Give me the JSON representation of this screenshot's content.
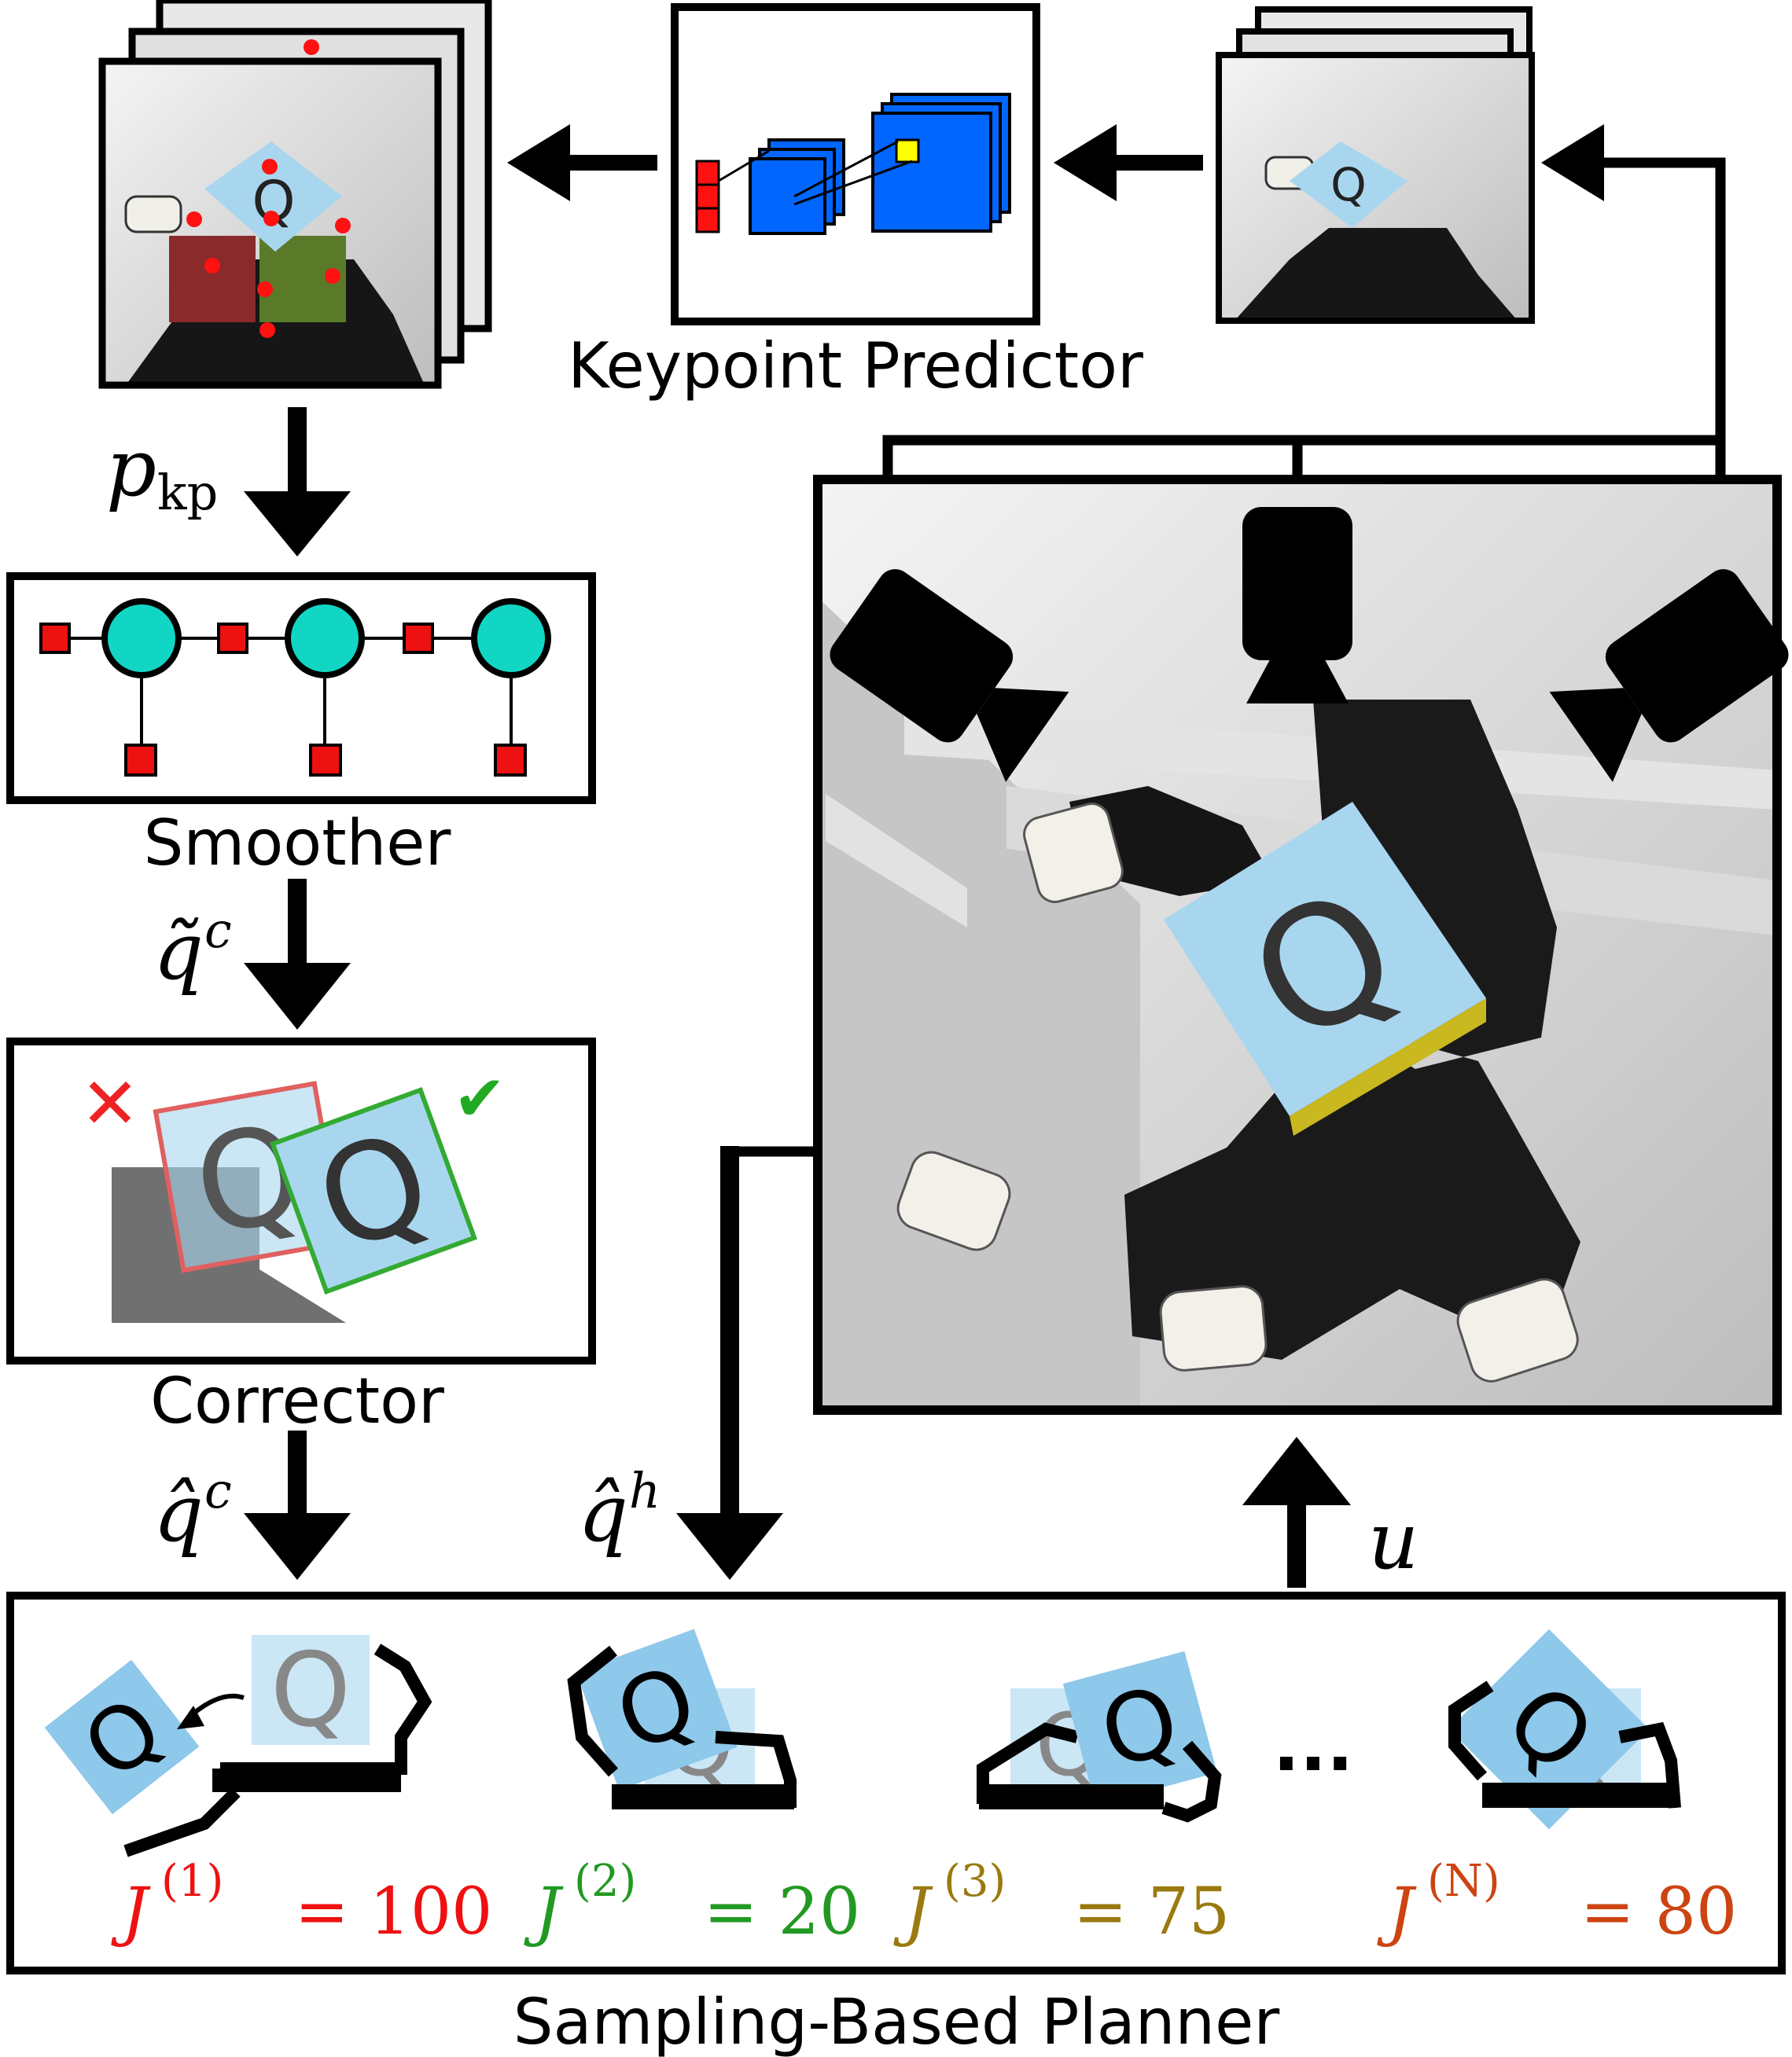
{
  "labels": {
    "keypoint_predictor": "Keypoint Predictor",
    "smoother": "Smoother",
    "corrector": "Corrector",
    "planner": "Sampling-Based Planner"
  },
  "signals": {
    "p_kp": {
      "base": "p",
      "sub": "kp"
    },
    "q_tilde_c": {
      "base": "q̃",
      "sup": "c"
    },
    "q_hat_c": {
      "base": "q̂",
      "sup": "c"
    },
    "q_hat_h": {
      "base": "q̂",
      "sup": "h"
    },
    "u": "u"
  },
  "corrector": {
    "reject_mark": "✕",
    "accept_mark": "✔",
    "cube_letter": "Q"
  },
  "costs": [
    {
      "sym": "J",
      "idx": "(1)",
      "eq": "= 100",
      "color": "#ee1111"
    },
    {
      "sym": "J",
      "idx": "(2)",
      "eq": "= 20",
      "color": "#229922"
    },
    {
      "sym": "J",
      "idx": "(3)",
      "eq": "= 75",
      "color": "#9a7a10"
    },
    {
      "sym": "J",
      "idx": "(N)",
      "eq": "= 80",
      "color": "#cc4411"
    }
  ],
  "ellipsis": "···",
  "cube_letter": "Q",
  "colors": {
    "cube": "#a9d6ef",
    "keypoint": "#ff1111",
    "node": "#11d6c4",
    "factor": "#ee1111",
    "cnn": "#0066ff",
    "reject": "#ee2222",
    "accept": "#22aa22"
  }
}
